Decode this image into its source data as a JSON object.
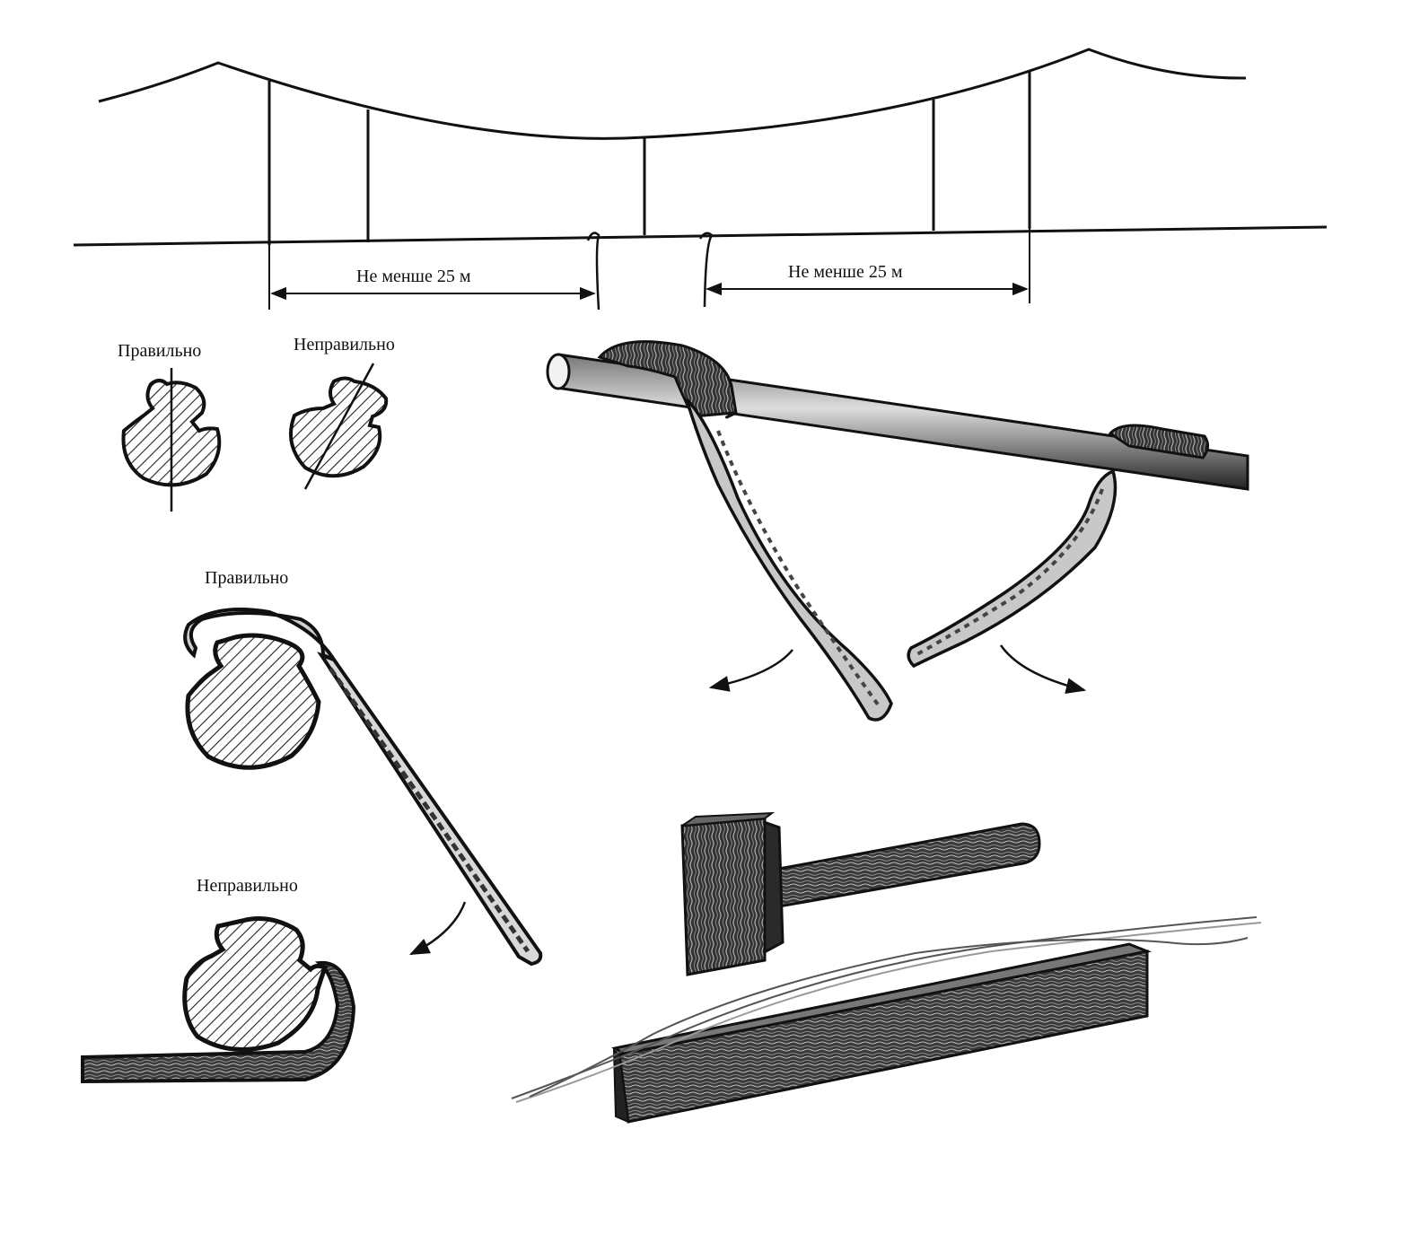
{
  "labels": {
    "dim_left": "Не менше 25 м",
    "dim_right": "Не менше 25 м",
    "correct_small": "Правильно",
    "incorrect_small": "Неправильно",
    "correct_large": "Правильно",
    "incorrect_large": "Неправильно"
  },
  "icons": {
    "overhead_line": "catenary-wire-icon",
    "wire_profile": "contact-wire-profile-icon",
    "clamp": "bent-clamp-icon",
    "mallet": "wooden-mallet-icon",
    "block": "wooden-block-icon"
  },
  "colors": {
    "ink": "#111111",
    "hatch": "#222222",
    "paper": "#ffffff"
  }
}
